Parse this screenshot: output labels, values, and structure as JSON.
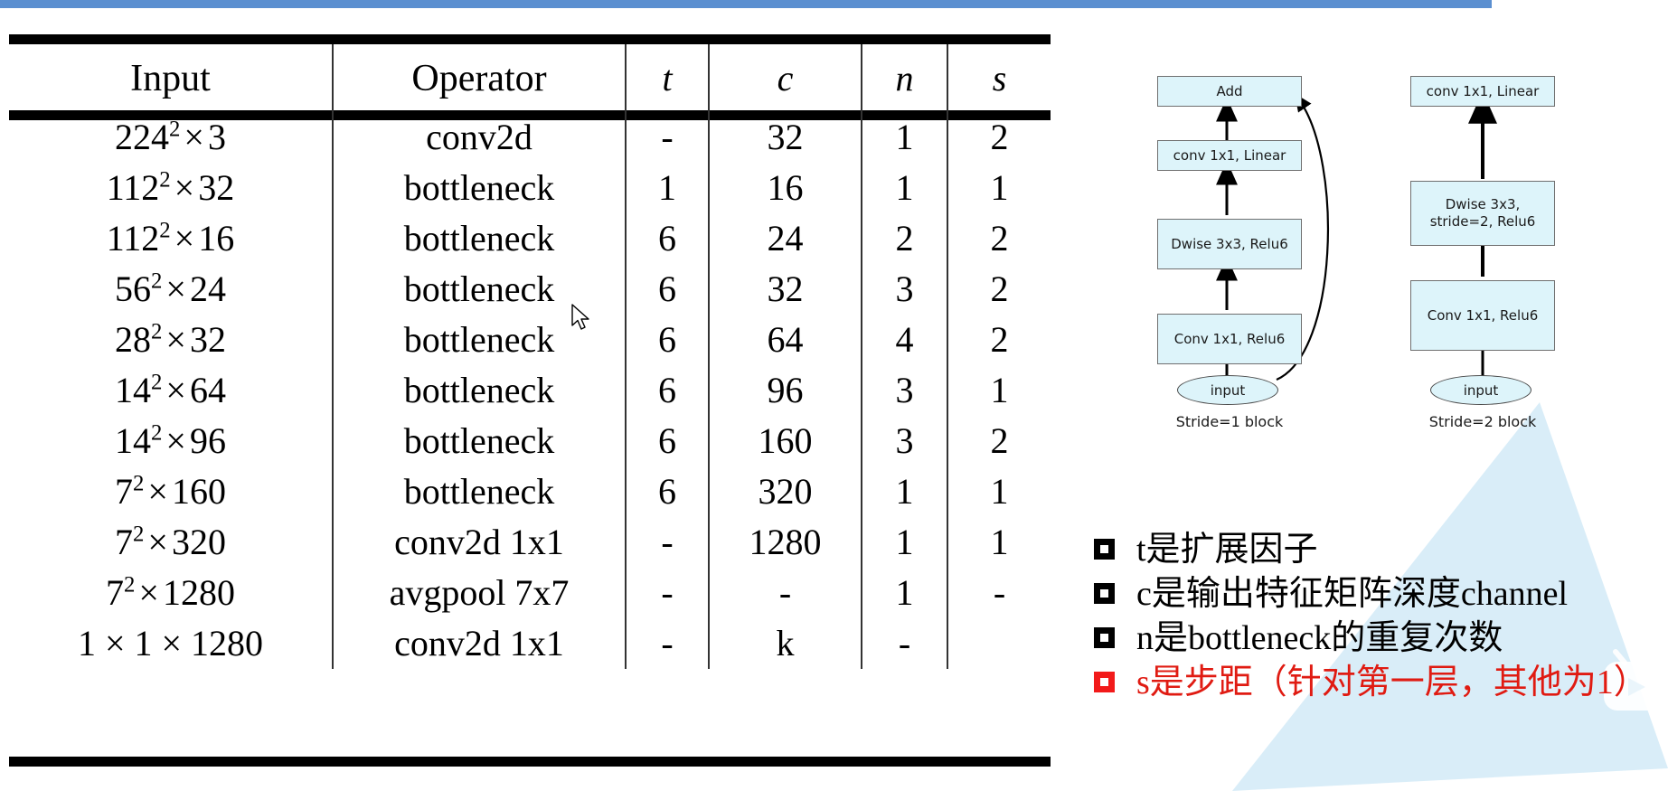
{
  "top_bar": {
    "color": "#5b8fd0"
  },
  "table": {
    "headers": [
      "Input",
      "Operator",
      "t",
      "c",
      "n",
      "s"
    ],
    "rows": [
      {
        "input_base": "224",
        "input_sup": "2",
        "input_tail": "3",
        "input_text": "224² × 3",
        "operator": "conv2d",
        "t": "-",
        "c": "32",
        "n": "1",
        "s": "2"
      },
      {
        "input_base": "112",
        "input_sup": "2",
        "input_tail": "32",
        "input_text": "112² × 32",
        "operator": "bottleneck",
        "t": "1",
        "c": "16",
        "n": "1",
        "s": "1"
      },
      {
        "input_base": "112",
        "input_sup": "2",
        "input_tail": "16",
        "input_text": "112² × 16",
        "operator": "bottleneck",
        "t": "6",
        "c": "24",
        "n": "2",
        "s": "2"
      },
      {
        "input_base": "56",
        "input_sup": "2",
        "input_tail": "24",
        "input_text": "56² × 24",
        "operator": "bottleneck",
        "t": "6",
        "c": "32",
        "n": "3",
        "s": "2"
      },
      {
        "input_base": "28",
        "input_sup": "2",
        "input_tail": "32",
        "input_text": "28² × 32",
        "operator": "bottleneck",
        "t": "6",
        "c": "64",
        "n": "4",
        "s": "2"
      },
      {
        "input_base": "14",
        "input_sup": "2",
        "input_tail": "64",
        "input_text": "14² × 64",
        "operator": "bottleneck",
        "t": "6",
        "c": "96",
        "n": "3",
        "s": "1"
      },
      {
        "input_base": "14",
        "input_sup": "2",
        "input_tail": "96",
        "input_text": "14² × 96",
        "operator": "bottleneck",
        "t": "6",
        "c": "160",
        "n": "3",
        "s": "2"
      },
      {
        "input_base": "7",
        "input_sup": "2",
        "input_tail": "160",
        "input_text": "7² × 160",
        "operator": "bottleneck",
        "t": "6",
        "c": "320",
        "n": "1",
        "s": "1"
      },
      {
        "input_base": "7",
        "input_sup": "2",
        "input_tail": "320",
        "input_text": "7² × 320",
        "operator": "conv2d 1x1",
        "t": "-",
        "c": "1280",
        "n": "1",
        "s": "1"
      },
      {
        "input_base": "7",
        "input_sup": "2",
        "input_tail": "1280",
        "input_text": "7² × 1280",
        "operator": "avgpool 7x7",
        "t": "-",
        "c": "-",
        "n": "1",
        "s": "-"
      },
      {
        "input_base": "1",
        "input_sup": "",
        "input_tail": "1 × 1280",
        "input_text": "1 × 1 × 1280",
        "operator": "conv2d 1x1",
        "t": "-",
        "c": "k",
        "n": "-",
        "s": ""
      }
    ]
  },
  "diagrams": {
    "stride1": {
      "caption": "Stride=1 block",
      "nodes": {
        "add": "Add",
        "conv_linear": "conv 1x1, Linear",
        "dwise": "Dwise 3x3, Relu6",
        "conv_relu": "Conv 1x1, Relu6",
        "input": "input"
      }
    },
    "stride2": {
      "caption": "Stride=2 block",
      "nodes": {
        "conv_linear": "conv 1x1, Linear",
        "dwise_line1": "Dwise 3x3,",
        "dwise_line2": "stride=2, Relu6",
        "conv_relu": "Conv 1x1, Relu6",
        "input": "input"
      }
    },
    "node_fill": "#ddf4fa",
    "node_stroke": "#6f6f6f"
  },
  "bullets": [
    {
      "text": "t是扩展因子",
      "color": "#000000"
    },
    {
      "text": "c是输出特征矩阵深度channel",
      "color": "#000000"
    },
    {
      "text": "n是bottleneck的重复次数",
      "color": "#000000"
    },
    {
      "text": "s是步距（针对第一层，其他为1）",
      "color": "#e01b12"
    }
  ],
  "watermark": {
    "beam_color": "#d6ecf7",
    "logo_name": "bilibili-tv-logo"
  }
}
